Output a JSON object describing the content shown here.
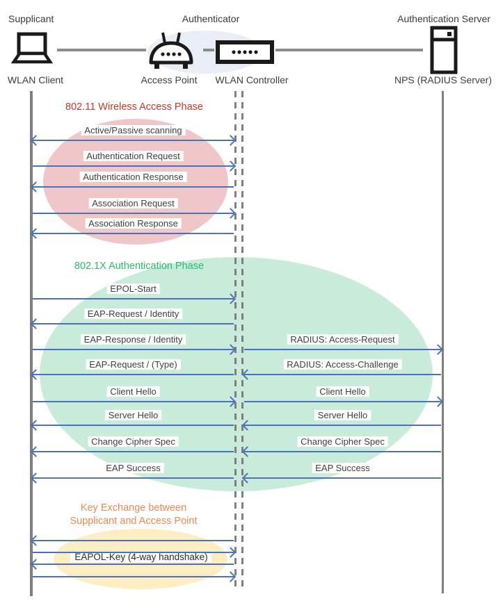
{
  "header": {
    "roles": {
      "supplicant": "Supplicant",
      "authenticator": "Authenticator",
      "auth_server": "Authentication Server"
    },
    "nodes": {
      "wlan_client": {
        "label": "WLAN Client",
        "icon": "laptop-icon"
      },
      "access_point": {
        "label": "Access Point",
        "icon": "access-point-icon"
      },
      "wlan_controller": {
        "label": "WLAN Controller",
        "icon": "wlan-controller-icon"
      },
      "nps": {
        "label": "NPS (RADIUS Server)",
        "icon": "server-icon"
      }
    }
  },
  "phases": {
    "wireless": {
      "title": "802.11 Wireless Access Phase"
    },
    "dot1x": {
      "title": "802.1X Authentication Phase"
    },
    "key_exchange": {
      "title_line1": "Key Exchange between",
      "title_line2": "Supplicant and Access Point",
      "message_label": "EAPOL-Key (4-way handshake)"
    }
  },
  "messages": [
    {
      "label": "Active/Passive scanning",
      "side": "left",
      "dir": "both",
      "phase": "wireless"
    },
    {
      "label": "Authentication Request",
      "side": "left",
      "dir": "right",
      "phase": "wireless"
    },
    {
      "label": "Authentication Response",
      "side": "left",
      "dir": "left",
      "phase": "wireless"
    },
    {
      "label": "Association Request",
      "side": "left",
      "dir": "right",
      "phase": "wireless"
    },
    {
      "label": "Association Response",
      "side": "left",
      "dir": "left",
      "phase": "wireless"
    },
    {
      "label": "EPOL-Start",
      "side": "left",
      "dir": "right",
      "phase": "dot1x"
    },
    {
      "label": "EAP-Request / Identity",
      "side": "left",
      "dir": "left",
      "phase": "dot1x"
    },
    {
      "label": "EAP-Response / Identity",
      "side": "left",
      "dir": "right",
      "phase": "dot1x"
    },
    {
      "label": "EAP-Request / (Type)",
      "side": "left",
      "dir": "left",
      "phase": "dot1x"
    },
    {
      "label": "Client Hello",
      "side": "left",
      "dir": "right",
      "phase": "dot1x"
    },
    {
      "label": "Server Hello",
      "side": "left",
      "dir": "left",
      "phase": "dot1x"
    },
    {
      "label": "Change Cipher Spec",
      "side": "left",
      "dir": "left",
      "phase": "dot1x"
    },
    {
      "label": "EAP Success",
      "side": "left",
      "dir": "left",
      "phase": "dot1x"
    },
    {
      "label": "RADIUS: Access-Request",
      "side": "right",
      "dir": "right",
      "phase": "dot1x"
    },
    {
      "label": "RADIUS: Access-Challenge",
      "side": "right",
      "dir": "left",
      "phase": "dot1x"
    },
    {
      "label": "Client Hello",
      "side": "right",
      "dir": "right",
      "phase": "dot1x"
    },
    {
      "label": "Server Hello",
      "side": "right",
      "dir": "left",
      "phase": "dot1x"
    },
    {
      "label": "Change Cipher Spec",
      "side": "right",
      "dir": "left",
      "phase": "dot1x"
    },
    {
      "label": "EAP Success",
      "side": "right",
      "dir": "left",
      "phase": "dot1x"
    },
    {
      "label": "",
      "side": "left",
      "dir": "left",
      "phase": "key_exchange"
    },
    {
      "label": "",
      "side": "left",
      "dir": "right",
      "phase": "key_exchange"
    },
    {
      "label": "",
      "side": "left",
      "dir": "left",
      "phase": "key_exchange"
    },
    {
      "label": "",
      "side": "left",
      "dir": "right",
      "phase": "key_exchange"
    }
  ],
  "colors": {
    "arrow": "#4a72b8",
    "lifeline": "#7f7f7f",
    "phase_wireless": "#c0392b",
    "phase_dot1x": "#2db871",
    "phase_key": "#eb8a51",
    "ellipse_wireless": "#efc7c9",
    "ellipse_dot1x": "#c9ebd9",
    "ellipse_key": "#fdedc3",
    "ellipse_authenticator": "#e9edf6"
  }
}
